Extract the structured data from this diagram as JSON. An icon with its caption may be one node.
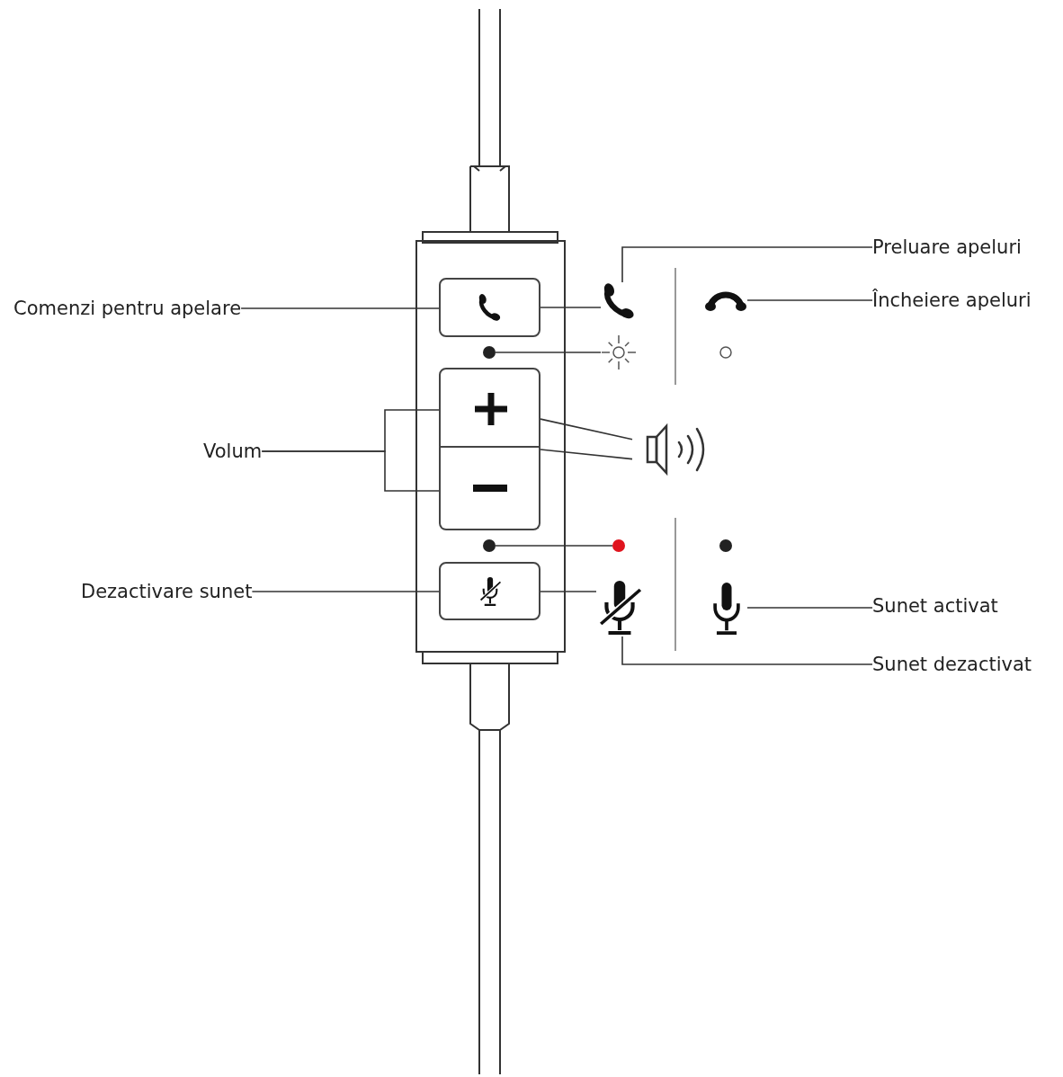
{
  "diagram": {
    "nodes": [
      {
        "text": [
          "Preluare apeluri"
        ]
      },
      {
        "text": [
          "Comenzi pentru apelare"
        ]
      },
      {
        "text": [],
        "shape": "box"
      },
      {
        "text": [],
        "shape": "phone"
      },
      {
        "text": [
          "Încheiere apeluri"
        ]
      },
      {
        "text": [],
        "shape": "phone"
      },
      {
        "text": [],
        "shape": "dot"
      },
      {
        "text": [],
        "shape": "light"
      },
      {
        "text": [],
        "shape": "circle"
      },
      {
        "text": [],
        "shape": "box"
      },
      {
        "text": [
          "Volum"
        ]
      },
      {
        "text": [],
        "shape": "speaker"
      },
      {
        "text": [],
        "shape": "box"
      },
      {
        "text": [],
        "shape": "dot"
      },
      {
        "text": [],
        "shape": "dot"
      },
      {
        "text": [],
        "shape": "dot"
      },
      {
        "text": [
          "Dezactivare sunet"
        ]
      },
      {
        "text": [],
        "shape": "box"
      },
      {
        "text": [],
        "shape": "microphone"
      },
      {
        "text": [],
        "shape": "microphone"
      },
      {
        "text": [
          "Sunet activat"
        ]
      },
      {
        "text": [
          "Sunet dezactivat"
        ]
      }
    ],
    "edges": [
      {
        "from": 1,
        "to": 2,
        "arrow": "none"
      },
      {
        "from": 10,
        "to": 9,
        "arrow": "none"
      },
      {
        "from": 10,
        "to": 12,
        "arrow": "none"
      },
      {
        "from": 16,
        "to": 17,
        "arrow": "none"
      },
      {
        "from": 2,
        "to": 3,
        "arrow": "none"
      },
      {
        "from": 0,
        "to": 3,
        "arrow": "none"
      },
      {
        "from": 4,
        "to": 5,
        "arrow": "none"
      },
      {
        "from": 6,
        "to": 7,
        "arrow": "none"
      },
      {
        "from": 9,
        "to": 11,
        "arrow": "none"
      },
      {
        "from": 12,
        "to": 11,
        "arrow": "none"
      },
      {
        "from": 13,
        "to": 14,
        "arrow": "none"
      },
      {
        "from": 17,
        "to": 18,
        "arrow": "none"
      },
      {
        "from": 20,
        "to": 19,
        "arrow": "none"
      },
      {
        "from": 21,
        "to": 18,
        "arrow": "none"
      }
    ]
  }
}
